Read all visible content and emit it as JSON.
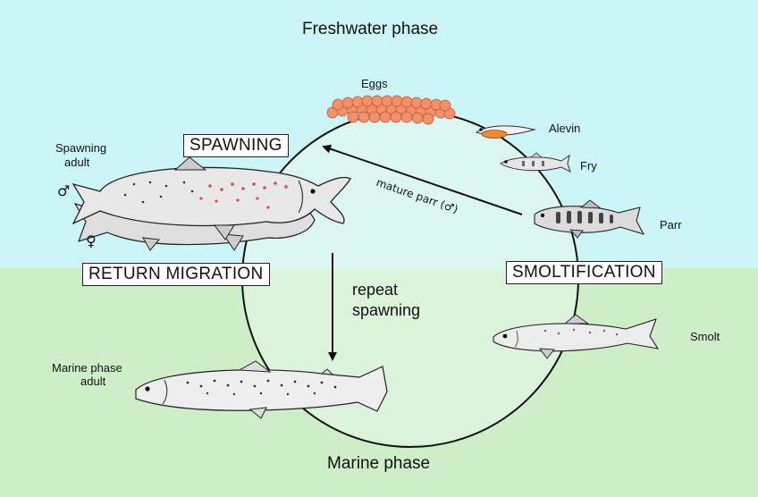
{
  "colors": {
    "freshwater": "#ccf5f7",
    "marine": "#cdeec6",
    "eggs": "#f4906a",
    "alevin_yolk": "#f08a2c",
    "spawning_markings": "#e0435a"
  },
  "phases": {
    "freshwater": "Freshwater phase",
    "marine": "Marine phase"
  },
  "stages": {
    "eggs": "Eggs",
    "alevin": "Alevin",
    "fry": "Fry",
    "parr": "Parr",
    "smolt": "Smolt",
    "spawning_adult_line1": "Spawning",
    "spawning_adult_line2": "adult",
    "marine_adult_line1": "Marine phase",
    "marine_adult_line2": "adult",
    "male_symbol": "♂",
    "female_symbol": "♀"
  },
  "processes": {
    "spawning": "SPAWNING",
    "smoltification": "SMOLTIFICATION",
    "return_migration": "RETURN MIGRATION"
  },
  "arrows": {
    "mature_parr": "mature parr (♂)",
    "repeat_line1": "repeat",
    "repeat_line2": "spawning"
  }
}
